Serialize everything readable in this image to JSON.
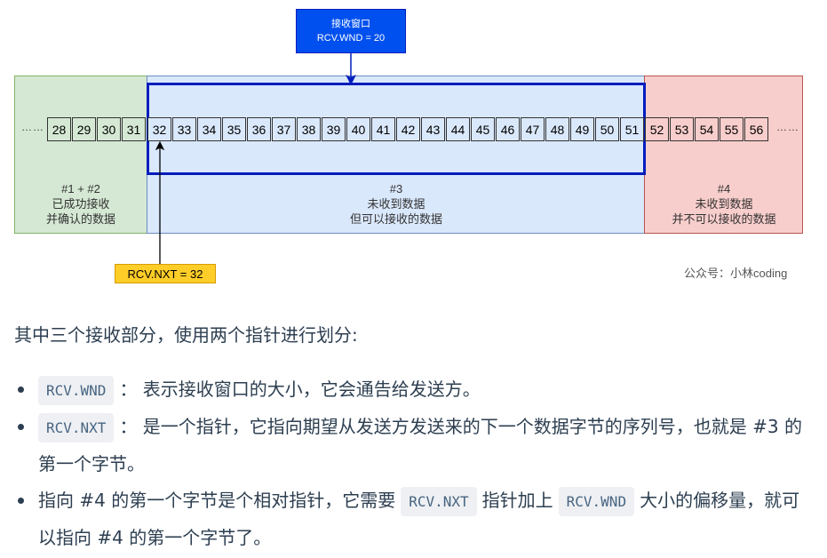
{
  "diagram": {
    "window_box": {
      "line1": "接收窗口",
      "line2": "RCV.WND = 20"
    },
    "nxt_box": "RCV.NXT = 32",
    "watermark": "公众号：小林coding",
    "ellipsis": "……",
    "regions": [
      {
        "lines": [
          "#1 + #2",
          "已成功接收",
          "并确认的数据"
        ],
        "color": "#d5e8d4"
      },
      {
        "lines": [
          "#3",
          "未收到数据",
          "但可以接收的数据"
        ],
        "color": "#dae8fc"
      },
      {
        "lines": [
          "#4",
          "未收到数据",
          "并不可以接收的数据"
        ],
        "color": "#f8cecc"
      }
    ],
    "bytes_acked": [
      "28",
      "29",
      "30",
      "31"
    ],
    "bytes_window": [
      "32",
      "33",
      "34",
      "35",
      "36",
      "37",
      "38",
      "39",
      "40",
      "41",
      "42",
      "43",
      "44",
      "45",
      "46",
      "47",
      "48",
      "49",
      "50",
      "51"
    ],
    "bytes_blocked": [
      "52",
      "53",
      "54",
      "55",
      "56"
    ],
    "colors": {
      "window_border": "#001dbc",
      "wnd_box": "#0050ef",
      "nxt_box": "#ffcd28"
    }
  },
  "text": {
    "intro": "其中三个接收部分，使用两个指针进行划分:",
    "bullets": [
      {
        "code1": "RCV.WND",
        "text1": "： 表示接收窗口的大小，它会通告给发送方。"
      },
      {
        "code1": "RCV.NXT",
        "text1": "： 是一个指针，它指向期望从发送方发送来的下一个数据字节的序列号，也就是 #3 的第一个字节。"
      },
      {
        "pre": "指向 #4 的第一个字节是个相对指针，它需要",
        "code1": "RCV.NXT",
        "mid": "指针加上",
        "code2": "RCV.WND",
        "post": "大小的偏移量，就可以指向 #4 的第一个字节了。"
      }
    ]
  }
}
